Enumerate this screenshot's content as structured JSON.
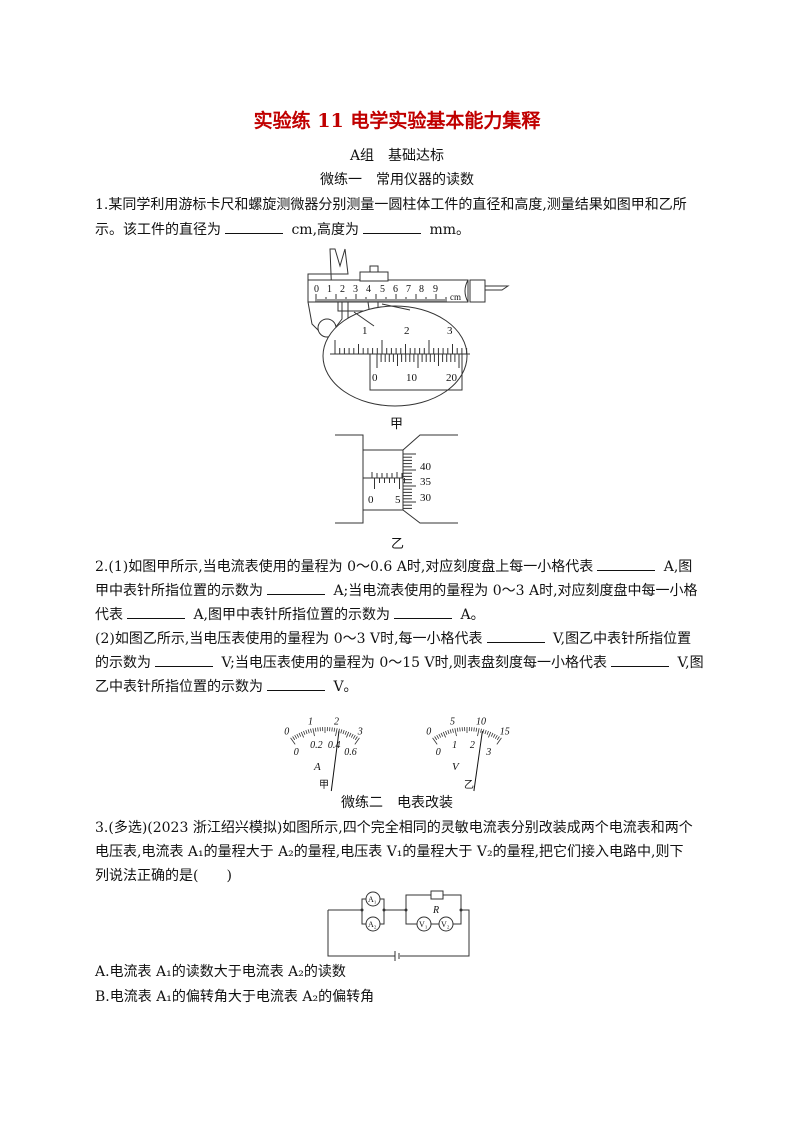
{
  "title": "实验练 11 电学实验基本能力集释",
  "group": "A组　基础达标",
  "section1": "微练一　常用仪器的读数",
  "q1": {
    "line1": "1.某同学利用游标卡尺和螺旋测微器分别测量一圆柱体工件的直径和高度,测量结果如图甲和乙所",
    "line2_a": "示。该工件的直径为",
    "line2_b": " cm,高度为",
    "line2_c": " mm。",
    "fig_jia": {
      "caption": "甲",
      "main_scale": [
        "0",
        "1",
        "2",
        "3",
        "4",
        "5",
        "6",
        "7",
        "8",
        "9"
      ],
      "unit": "cm",
      "zoom_main": [
        "1",
        "2",
        "3"
      ],
      "zoom_vernier": [
        "0",
        "10",
        "20"
      ]
    },
    "fig_yi": {
      "caption": "乙",
      "sleeve": [
        "0",
        "5"
      ],
      "thimble": [
        "40",
        "35",
        "30"
      ]
    }
  },
  "q2": {
    "l1a": "2.(1)如图甲所示,当电流表使用的量程为 0～0.6 A时,对应刻度盘上每一小格代表",
    "l1b": " A,图",
    "l2a": "甲中表针所指位置的示数为",
    "l2b": " A;当电流表使用的量程为 0～3 A时,对应刻度盘中每一小格",
    "l3a": "代表",
    "l3b": " A,图甲中表针所指位置的示数为",
    "l3c": " A。",
    "l4a": "(2)如图乙所示,当电压表使用的量程为 0～3 V时,每一小格代表",
    "l4b": " V,图乙中表针所指位置",
    "l5a": "的示数为",
    "l5b": " V;当电压表使用的量程为 0～15 V时,则表盘刻度每一小格代表",
    "l5c": " V,图",
    "l6a": "乙中表针所指位置的示数为",
    "l6b": " V。",
    "meter_jia": {
      "caption": "甲",
      "symbol": "A",
      "outer": [
        "0",
        "1",
        "2",
        "3"
      ],
      "inner": [
        "0",
        "0.2",
        "0.4",
        "0.6"
      ],
      "needle_fraction": 0.7
    },
    "meter_yi": {
      "caption": "乙",
      "symbol": "V",
      "outer": [
        "0",
        "5",
        "10",
        "15"
      ],
      "inner": [
        "0",
        "1",
        "2",
        "3"
      ],
      "needle_fraction": 0.72
    }
  },
  "section2": "微练二　电表改装",
  "q3": {
    "l1": "3.(多选)(2023 浙江绍兴模拟)如图所示,四个完全相同的灵敏电流表分别改装成两个电流表和两个",
    "l2": "电压表,电流表 A₁的量程大于 A₂的量程,电压表 V₁的量程大于 V₂的量程,把它们接入电路中,则下",
    "l3": "列说法正确的是(　　)",
    "circuit": {
      "a1": "A₁",
      "a2": "A₂",
      "r": "R",
      "v1": "V₁",
      "v2": "V₂"
    },
    "options": [
      "A.电流表 A₁的读数大于电流表 A₂的读数",
      "B.电流表 A₁的偏转角大于电流表 A₂的偏转角"
    ]
  }
}
